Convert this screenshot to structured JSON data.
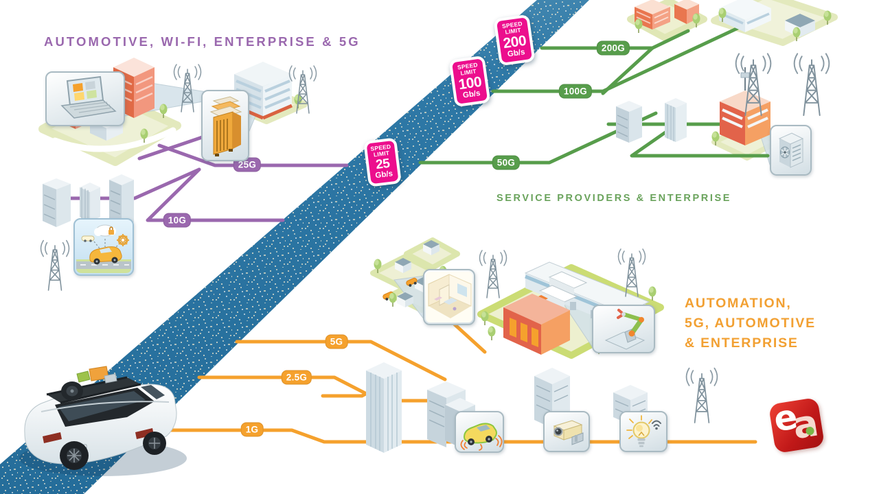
{
  "sections": {
    "purple": {
      "title": "AUTOMOTIVE, WI-FI, ENTERPRISE & 5G",
      "badges": [
        "25G",
        "10G"
      ],
      "color": "#9a68ae"
    },
    "green": {
      "title": "SERVICE PROVIDERS & ENTERPRISE",
      "badges": [
        "200G",
        "100G",
        "50G"
      ],
      "color": "#579d4b"
    },
    "orange": {
      "title_lines": [
        "AUTOMATION,",
        "5G, AUTOMOTIVE",
        "& ENTERPRISE"
      ],
      "badges": [
        "5G",
        "2.5G",
        "1G"
      ],
      "color": "#f5a12d"
    }
  },
  "speed_signs": [
    {
      "label_top": "SPEED",
      "label_mid": "LIMIT",
      "value": "200",
      "unit": "Gb/s"
    },
    {
      "label_top": "SPEED",
      "label_mid": "LIMIT",
      "value": "100",
      "unit": "Gb/s"
    },
    {
      "label_top": "SPEED",
      "label_mid": "LIMIT",
      "value": "25",
      "unit": "Gb/s"
    }
  ],
  "logo": {
    "e": "e",
    "a": "a"
  },
  "colors": {
    "road_blue": "#2e78a6",
    "sign_pink": "#ec0e8d",
    "purple": "#9a68ae",
    "green": "#579d4b",
    "orange": "#f5a12d"
  },
  "icons": {
    "towers": "cell-tower-icon",
    "laptop": "laptop-icon",
    "server_rack": "server-rack-icon",
    "connected_car": "connected-car-icon",
    "smart_home": "smart-home-cutaway-icon",
    "robot_arm": "robot-arm-icon",
    "hvac": "hvac-unit-icon",
    "car_sensors": "car-with-sensors-icon",
    "cctv": "cctv-camera-icon",
    "smart_bulb": "smart-bulb-wifi-icon",
    "suv": "suv-car-illustration",
    "logo": "ethernet-alliance-logo"
  }
}
